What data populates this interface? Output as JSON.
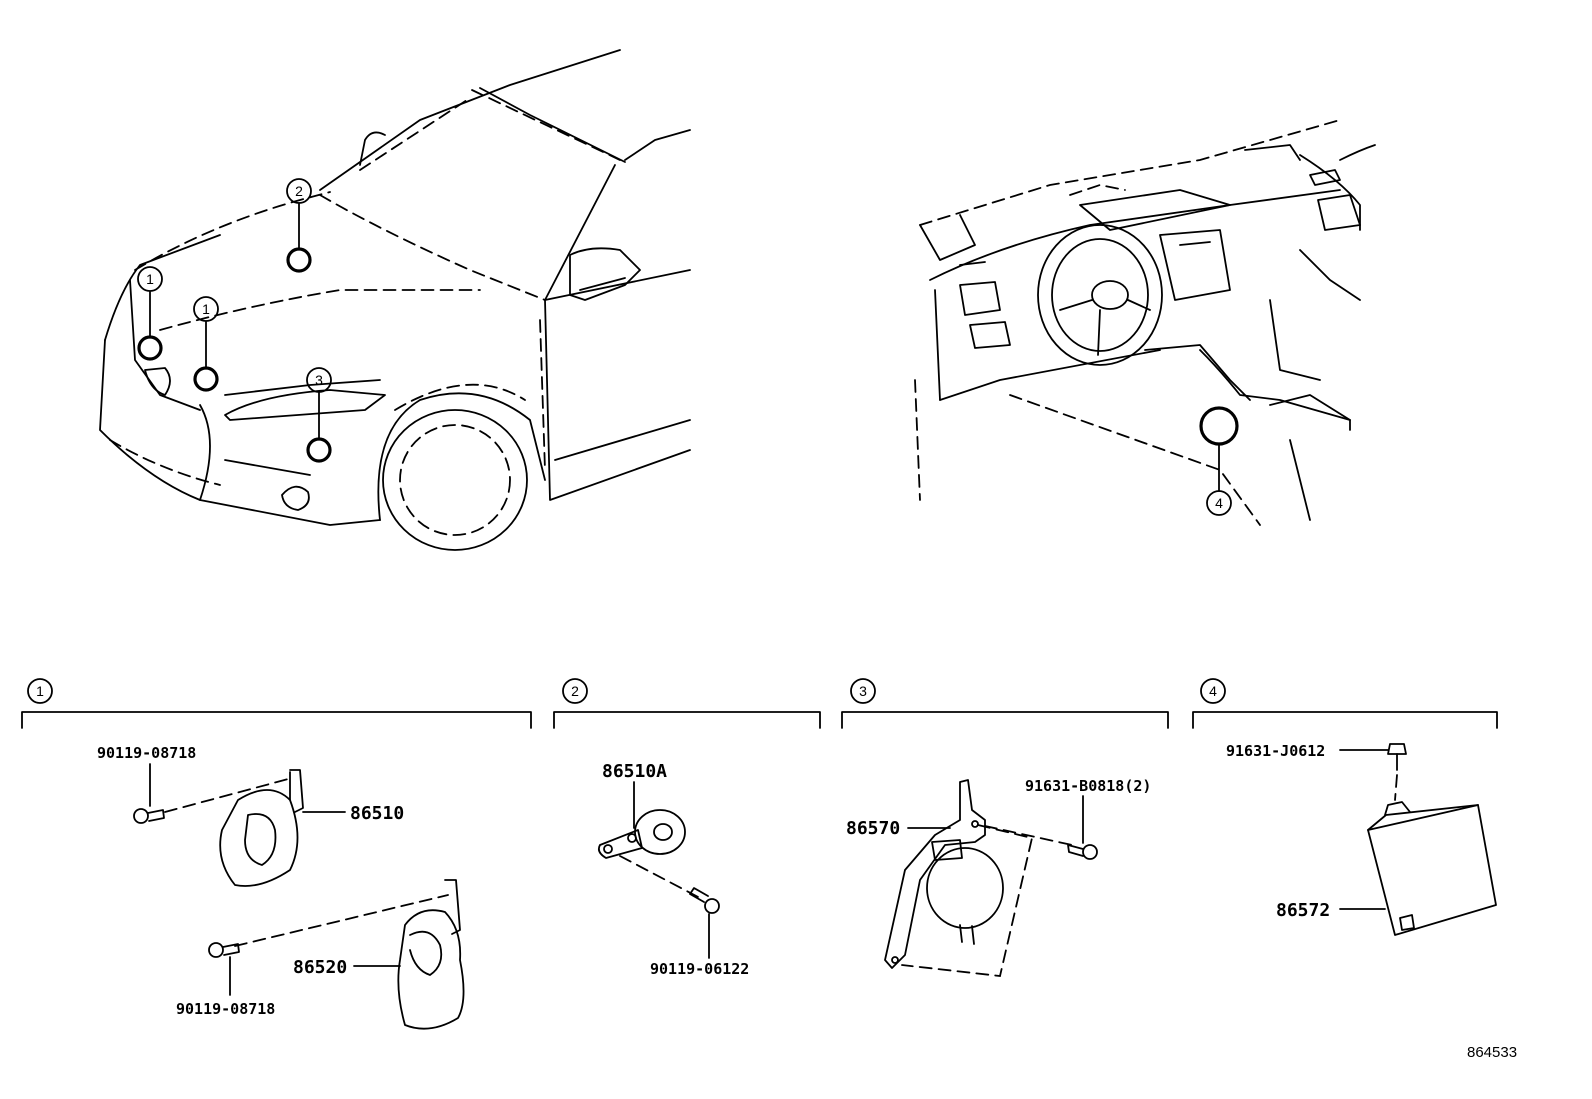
{
  "callouts": {
    "c1": "1",
    "c2": "2",
    "c3": "3",
    "c4": "4"
  },
  "groups": [
    {
      "number": "1"
    },
    {
      "number": "2"
    },
    {
      "number": "3"
    },
    {
      "number": "4"
    }
  ],
  "parts": {
    "g1_bolt_top": "90119-08718",
    "g1_horn_high": "86510",
    "g1_horn_low": "86520",
    "g1_bolt_bottom": "90119-08718",
    "g2_horn": "86510A",
    "g2_bolt": "90119-06122",
    "g3_sounder": "86570",
    "g3_bolt": "91631-B0818(2)",
    "g4_bolt": "91631-J0612",
    "g4_module": "86572"
  },
  "diagram_ref": "864533"
}
